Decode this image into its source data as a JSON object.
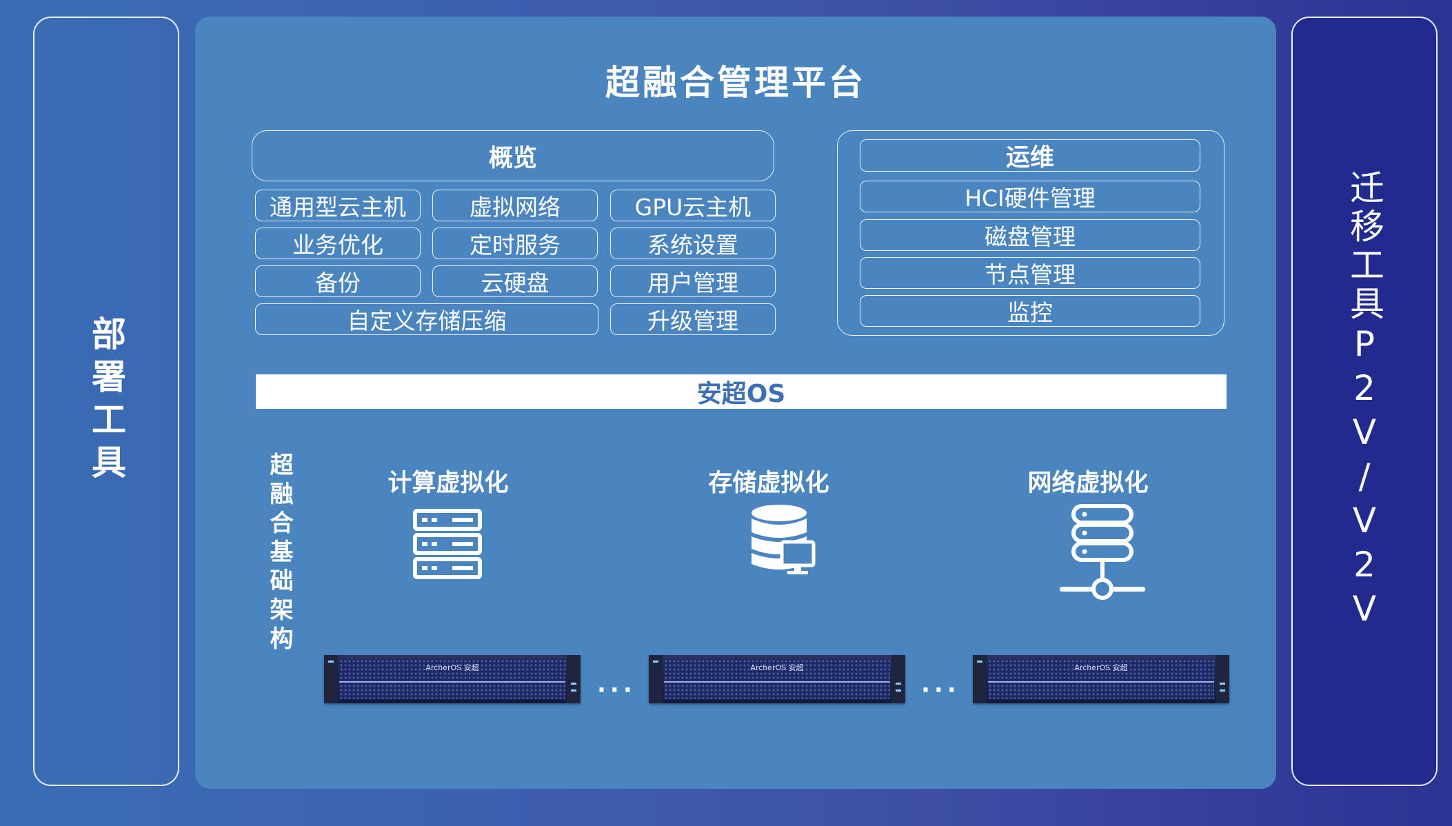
{
  "left_panel": {
    "label": "部署工具"
  },
  "right_panel": {
    "label": "迁移工具P2V/V2V"
  },
  "platform": {
    "title": "超融合管理平台",
    "overview": {
      "header": "概览",
      "items": [
        "通用型云主机",
        "虚拟网络",
        "GPU云主机",
        "业务优化",
        "定时服务",
        "系统设置",
        "备份",
        "云硬盘",
        "用户管理",
        "自定义存储压缩",
        "升级管理"
      ]
    },
    "ops": {
      "header": "运维",
      "items": [
        "HCI硬件管理",
        "磁盘管理",
        "节点管理",
        "监控"
      ]
    },
    "os_bar": "安超OS",
    "infrastructure": {
      "label": "超融合基础架构",
      "columns": [
        {
          "title": "计算虚拟化",
          "icon": "server-rack-icon"
        },
        {
          "title": "存储虚拟化",
          "icon": "database-monitor-icon"
        },
        {
          "title": "网络虚拟化",
          "icon": "network-server-icon"
        }
      ],
      "server_brand": "ArcherOS 安超",
      "ellipsis": "···"
    }
  },
  "colors": {
    "panel_bg": "#4a85c0",
    "right_panel_bg": "#232a8f",
    "os_text": "#3c6fb3"
  }
}
